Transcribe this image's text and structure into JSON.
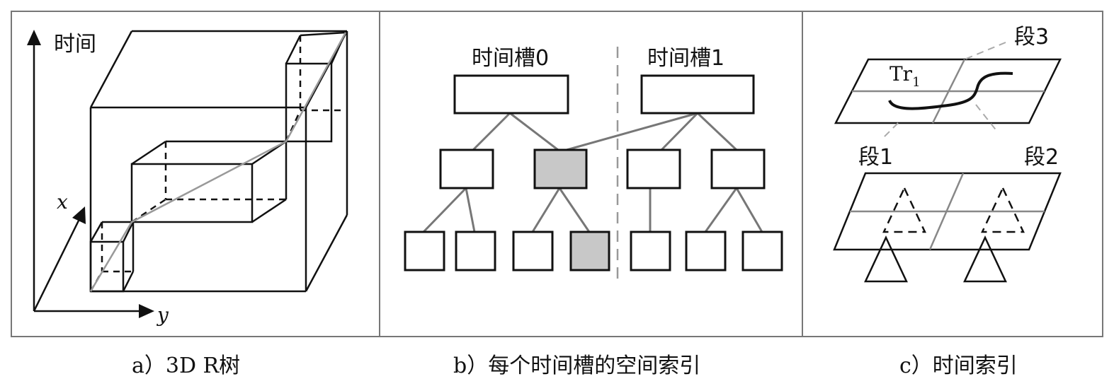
{
  "panel_a": {
    "axis_time": "时间",
    "axis_x": "x",
    "axis_y": "y",
    "caption": "a）3D R树"
  },
  "panel_b": {
    "slot0": "时间槽0",
    "slot1": "时间槽1",
    "caption": "b）每个时间槽的空间索引",
    "highlight_color": "#c8c8c8"
  },
  "panel_c": {
    "seg3": "段3",
    "seg1": "段1",
    "seg2": "段2",
    "traj_base": "Tr",
    "traj_sub": "1",
    "caption": "c）时间索引"
  }
}
